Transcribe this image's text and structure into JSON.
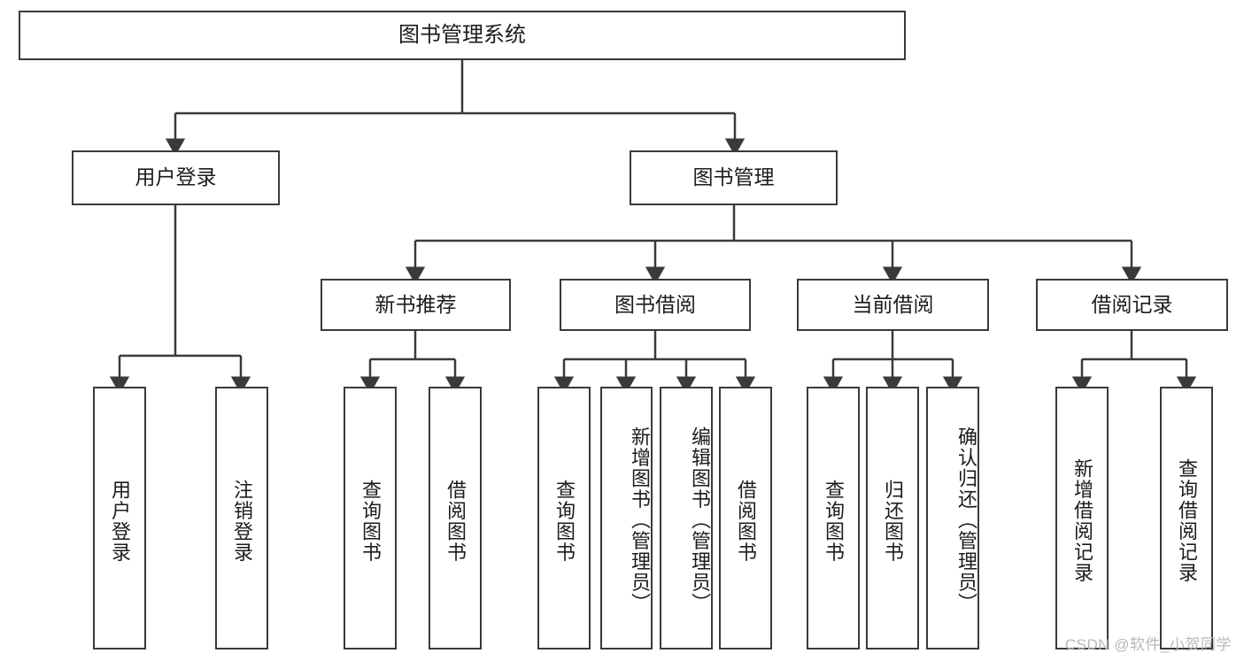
{
  "diagram": {
    "title": "图书管理系统",
    "type": "tree-hierarchy-chart",
    "watermark": "CSDN @软件_小贺同学",
    "colors": {
      "stroke": "#3a3a3a",
      "text": "#1c1c1c",
      "background": "#ffffff",
      "watermark": "#b8b8b8"
    },
    "nodes": {
      "root": {
        "label": "图书管理系统"
      },
      "level2": [
        {
          "label": "用户登录"
        },
        {
          "label": "图书管理"
        }
      ],
      "level3": [
        {
          "label": "新书推荐"
        },
        {
          "label": "图书借阅"
        },
        {
          "label": "当前借阅"
        },
        {
          "label": "借阅记录"
        }
      ],
      "leaves": {
        "user_login": [
          {
            "label": "用户登录"
          },
          {
            "label": "注销登录"
          }
        ],
        "new_book_recommend": [
          {
            "label": "查询图书"
          },
          {
            "label": "借阅图书"
          }
        ],
        "book_borrow": [
          {
            "label": "查询图书"
          },
          {
            "label": "新增图书（管理员）"
          },
          {
            "label": "编辑图书（管理员）"
          },
          {
            "label": "借阅图书"
          }
        ],
        "current_borrow": [
          {
            "label": "查询图书"
          },
          {
            "label": "归还图书"
          },
          {
            "label": "确认归还（管理员）"
          }
        ],
        "borrow_record": [
          {
            "label": "新增借阅记录"
          },
          {
            "label": "查询借阅记录"
          }
        ]
      }
    }
  }
}
